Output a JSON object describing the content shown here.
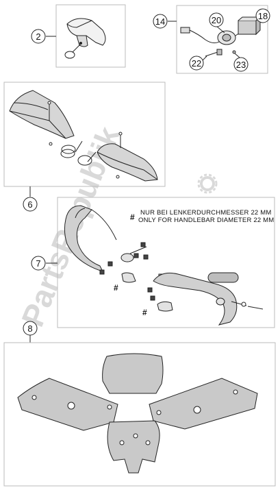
{
  "callouts": {
    "c2": "2",
    "c14": "14",
    "c20": "20",
    "c18": "18",
    "c22": "22",
    "c23": "23",
    "c6": "6",
    "c7": "7",
    "c8": "8"
  },
  "note": {
    "marker": "#",
    "line_de": "NUR BEI LENKERDURCHMESSER 22 MM",
    "line_en": "ONLY FOR HANDLEBAR DIAMETER 22 MM"
  },
  "hash_marks": [
    "#",
    "#"
  ],
  "watermark": {
    "text": "PartsRepublik",
    "color": "#d9d9d9"
  },
  "colors": {
    "line": "#222222",
    "frame": "#bbbbbb",
    "sticker_fill": "#c9c9c9",
    "part_shade": "#bdbdbd"
  }
}
